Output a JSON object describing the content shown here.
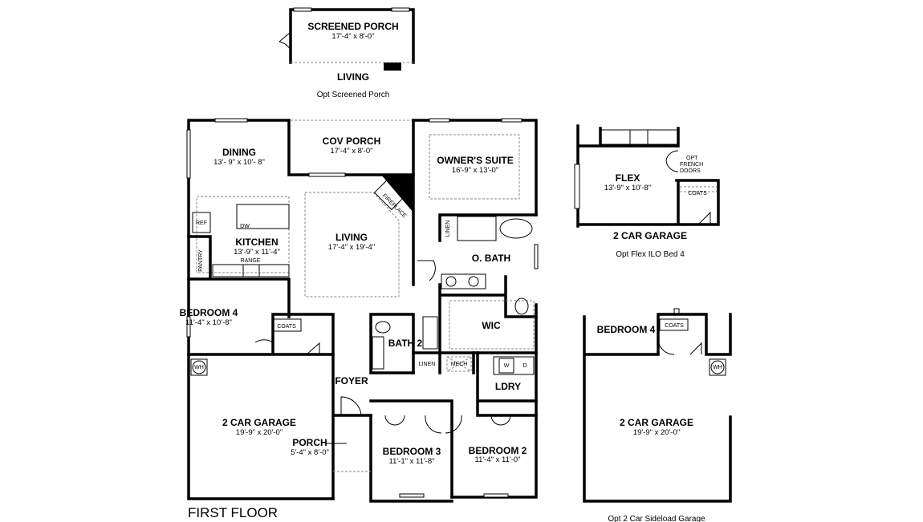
{
  "screened_porch": {
    "title": "SCREENED PORCH",
    "dims": "17'-4\" x 8'-0\"",
    "adjacent": "LIVING",
    "caption": "Opt Screened Porch"
  },
  "main": {
    "floor_label": "FIRST FLOOR",
    "rooms": {
      "dining": {
        "name": "DINING",
        "dims": "13'- 9\" x 10'- 8\""
      },
      "cov_porch": {
        "name": "COV PORCH",
        "dims": "17'-4\" x 8'-0\""
      },
      "owners_suite": {
        "name": "OWNER'S SUITE",
        "dims": "16'-9\" x 13'-0\""
      },
      "kitchen": {
        "name": "KITCHEN",
        "dims": "13'-9\" x 11'-4\""
      },
      "living": {
        "name": "LIVING",
        "dims": "17'-4\" x 19'-4\""
      },
      "o_bath": {
        "name": "O. BATH"
      },
      "wic": {
        "name": "WIC"
      },
      "bedroom4": {
        "name": "BEDROOM 4",
        "dims": "11'-4\" x 10'-8\""
      },
      "bath2": {
        "name": "BATH 2"
      },
      "ldry": {
        "name": "LDRY"
      },
      "foyer": {
        "name": "FOYER"
      },
      "garage": {
        "name": "2 CAR GARAGE",
        "dims": "19'-9\" x 20'-0\""
      },
      "porch": {
        "name": "PORCH",
        "dims": "5'-4\" x 8'-0\""
      },
      "bedroom3": {
        "name": "BEDROOM 3",
        "dims": "11'-1\" x 11'-8\""
      },
      "bedroom2": {
        "name": "BEDROOM 2",
        "dims": "11'-4\" x 11'-0\""
      }
    },
    "fixtures": {
      "ref": "REF",
      "dw": "DW",
      "pantry": "PANTRY",
      "range": "RANGE",
      "fireplace": "FIREPLACE",
      "linen_owner": "LINEN",
      "coats": "COATS",
      "linen_hall": "LINEN",
      "mech": "MECH",
      "washer": "W",
      "dryer": "D",
      "water_heater": "WH"
    }
  },
  "flex_option": {
    "name": "FLEX",
    "dims": "13'-9\" x 10'-8\"",
    "french_doors": [
      "OPT",
      "FRENCH",
      "DOORS"
    ],
    "coats": "COATS",
    "garage": "2 CAR GARAGE",
    "caption": "Opt Flex ILO Bed 4"
  },
  "sideload_option": {
    "bedroom": "BEDROOM 4",
    "coats": "COATS",
    "water_heater": "WH",
    "garage": "2 CAR GARAGE",
    "garage_dims": "19'-9\" x 20'-0\"",
    "caption": "Opt 2 Car Sideload Garage"
  }
}
